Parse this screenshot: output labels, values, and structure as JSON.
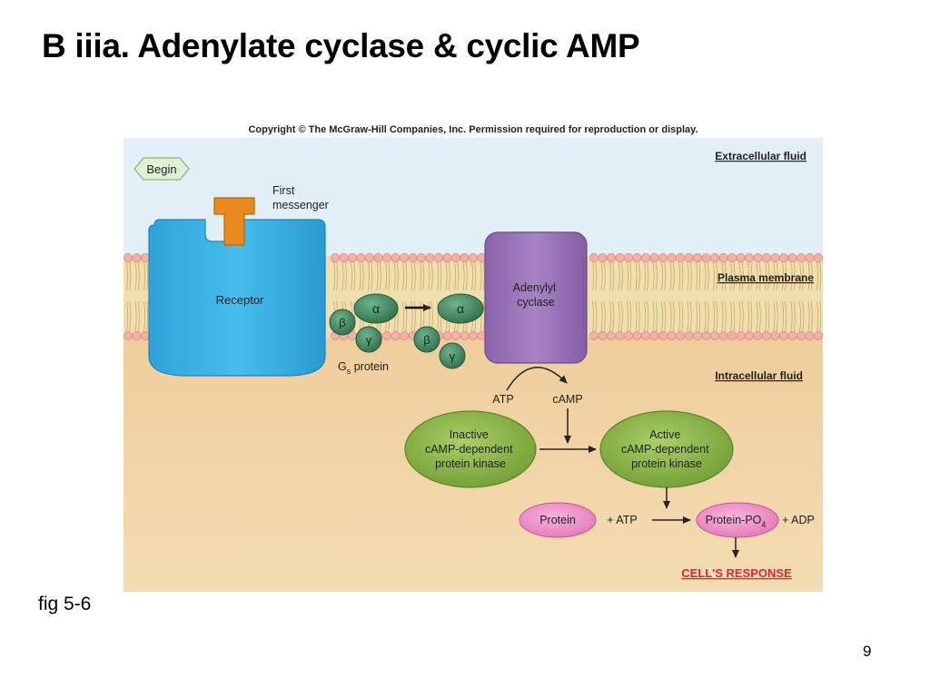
{
  "slide": {
    "title": "B iiia. Adenylate cyclase & cyclic AMP",
    "figure_caption": "fig 5-6",
    "page_number": "9"
  },
  "figure": {
    "copyright": "Copyright © The McGraw-Hill Companies, Inc. Permission required for reproduction or display.",
    "begin_label": "Begin",
    "regions": {
      "extracellular": "Extracellular fluid",
      "membrane": "Plasma membrane",
      "intracellular": "Intracellular fluid"
    },
    "first_messenger": [
      "First",
      "messenger"
    ],
    "receptor": "Receptor",
    "g_protein": {
      "alpha": "α",
      "beta": "β",
      "gamma": "γ",
      "label_G": "G",
      "label_sub": "s",
      "label_rest": " protein"
    },
    "adenylyl_cyclase": [
      "Adenylyl",
      "cyclase"
    ],
    "atp": "ATP",
    "camp": "cAMP",
    "inactive_kinase": [
      "Inactive",
      "cAMP-dependent",
      "protein kinase"
    ],
    "active_kinase": [
      "Active",
      "cAMP-dependent",
      "protein kinase"
    ],
    "protein": "Protein",
    "plus_atp": "+ ATP",
    "protein_po4": "Protein-PO",
    "po4_sub": "4",
    "plus_adp": "+ ADP",
    "cells_response": "CELL'S RESPONSE",
    "colors": {
      "extracellular_bg": "#e3eff7",
      "intracellular_bg": "#f2d6a4",
      "receptor": "#3bb3e4",
      "first_messenger": "#e88a1e",
      "g_protein": "#3f8a62",
      "adenylyl_cyclase": "#9a72b8",
      "kinase": "#8dbb45",
      "protein": "#f28fc8",
      "response_text": "#e0263b",
      "lipid_head": "#f2b0a8"
    }
  }
}
